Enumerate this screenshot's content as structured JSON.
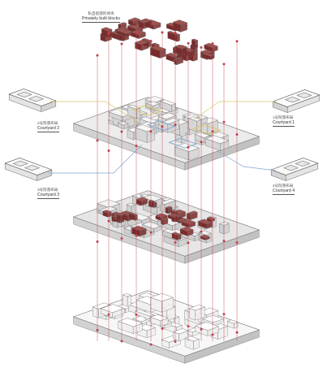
{
  "labels": {
    "privately_built": {
      "cn": "私自搭建的体块",
      "en": "Privately built blocks"
    },
    "courtyard_1": {
      "cn": "1号院落布局",
      "en": "Courtyard 1"
    },
    "courtyard_2": {
      "cn": "2号院落布局",
      "en": "Courtyard 2"
    },
    "courtyard_3": {
      "cn": "3号院落布局",
      "en": "Courtyard 3"
    },
    "courtyard_4": {
      "cn": "4号院落布局",
      "en": "Courtyard 4"
    }
  },
  "colors": {
    "brick": "#7a2b2b",
    "brick_light": "#a0524f",
    "slab_top": "#ececec",
    "slab_side": "#d2d2d2",
    "line": "#c4404b",
    "yellow_link": "#d8c766",
    "blue_link": "#7ea6cf"
  }
}
